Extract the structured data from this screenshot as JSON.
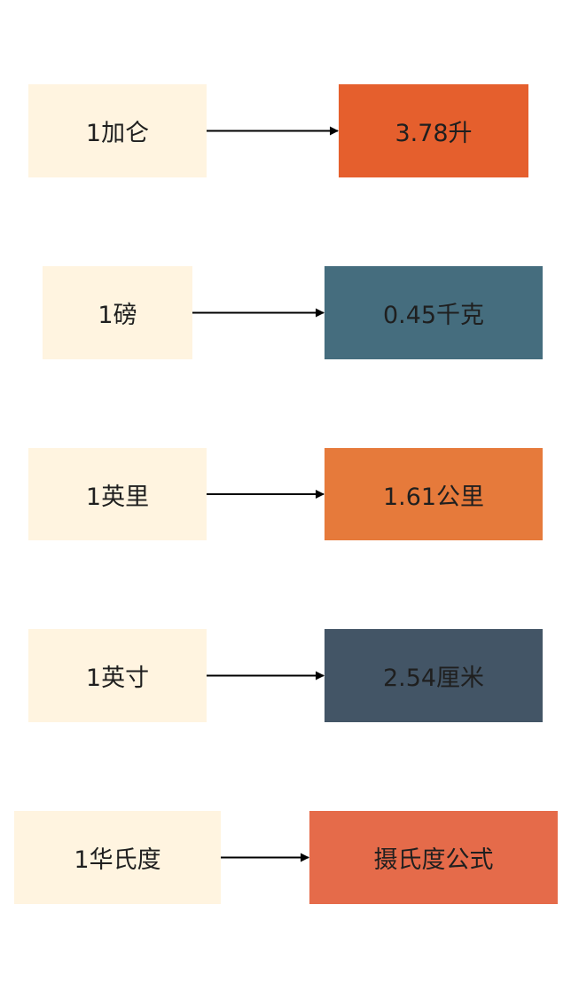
{
  "diagram": {
    "conversions": [
      {
        "from": "1加仑",
        "to": "3.78升",
        "color": "#e55f2d"
      },
      {
        "from": "1磅",
        "to": "0.45千克",
        "color": "#456d7e"
      },
      {
        "from": "1英里",
        "to": "1.61公里",
        "color": "#e67a3b"
      },
      {
        "from": "1英寸",
        "to": "2.54厘米",
        "color": "#435566"
      },
      {
        "from": "1华氏度",
        "to": "摄氏度公式",
        "color": "#e56b4a"
      }
    ],
    "source_box_color": "#fff4e0",
    "arrow_color": "#000000"
  }
}
